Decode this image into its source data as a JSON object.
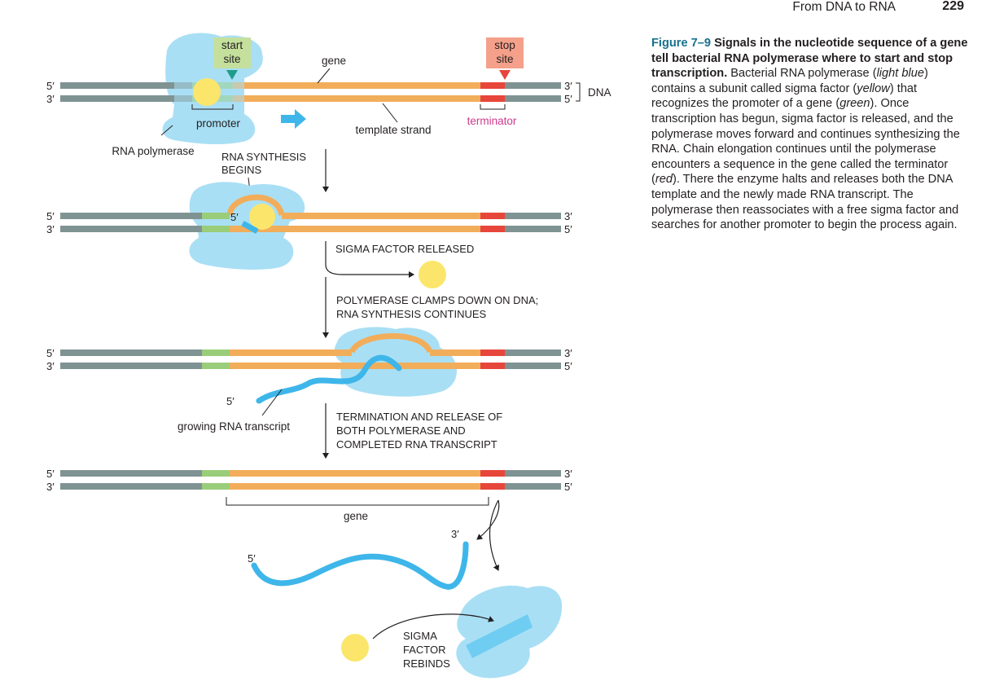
{
  "header": {
    "running_head": "From DNA to RNA",
    "page_number": "229"
  },
  "figure": {
    "labels": {
      "start_site": [
        "start",
        "site"
      ],
      "stop_site": [
        "stop",
        "site"
      ],
      "gene_top": "gene",
      "dna": "DNA",
      "promoter": "promoter",
      "template_strand": "template strand",
      "terminator": "terminator",
      "rna_polymerase": "RNA polymerase",
      "gene_bottom": "gene",
      "growing_rna_transcript": "growing RNA transcript"
    },
    "ends": {
      "five_prime": "5′",
      "three_prime": "3′"
    },
    "steps": {
      "rna_synthesis_begins": [
        "RNA SYNTHESIS",
        "BEGINS"
      ],
      "sigma_factor_released": [
        "SIGMA FACTOR RELEASED"
      ],
      "polymerase_clamps": [
        "POLYMERASE CLAMPS DOWN ON DNA;",
        "RNA SYNTHESIS CONTINUES"
      ],
      "termination": [
        "TERMINATION AND RELEASE OF",
        "BOTH POLYMERASE AND",
        "COMPLETED RNA TRANSCRIPT"
      ],
      "sigma_rebinds": [
        "SIGMA",
        "FACTOR",
        "REBINDS"
      ]
    },
    "colors": {
      "dna_flank": "#7f9393",
      "gene": "#f2ad5b",
      "promoter": "#9acd7a",
      "terminator": "#e7463b",
      "polymerase": "#a9dff4",
      "sigma": "#fbe66b",
      "rna": "#3eb6ea",
      "start_box": "#c4e09c",
      "stop_box": "#f5a08a",
      "terminator_label": "#cf3a8e",
      "figure_number": "#17718f"
    }
  },
  "caption": {
    "figure_number": "Figure 7–9",
    "title": "Signals in the nucleotide sequence of a gene tell bacterial RNA polymerase where to start and stop transcription.",
    "body": [
      {
        "text": " Bacterial RNA polymerase (",
        "italic": false
      },
      {
        "text": "light blue",
        "italic": true
      },
      {
        "text": ") contains a subunit called sigma factor (",
        "italic": false
      },
      {
        "text": "yellow",
        "italic": true
      },
      {
        "text": ") that recognizes the promoter of a gene (",
        "italic": false
      },
      {
        "text": "green",
        "italic": true
      },
      {
        "text": "). Once transcription has begun, sigma factor is released, and the polymerase moves forward and continues synthesizing the RNA. Chain elongation continues until the polymerase encounters a sequence in the gene called the terminator (",
        "italic": false
      },
      {
        "text": "red",
        "italic": true
      },
      {
        "text": "). There the enzyme halts and releases both the DNA template and the newly made RNA transcript. The polymerase then reassociates with a free sigma factor and searches for another promoter to begin the process again.",
        "italic": false
      }
    ]
  }
}
